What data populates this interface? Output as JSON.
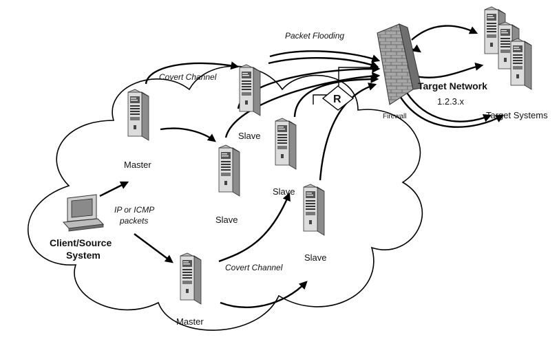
{
  "labels": {
    "packet_flooding": "Packet Flooding",
    "covert_channel_top": "Covert Channel",
    "covert_channel_bottom": "Covert Channel",
    "firewall": "Firewall",
    "target_network": "Target Network",
    "target_ip": "1.2.3.x",
    "target_systems": "Target Systems",
    "router": "R",
    "master_top": "Master",
    "master_bottom": "Master",
    "slave_1": "Slave",
    "slave_2": "Slave",
    "slave_3": "Slave",
    "slave_4": "Slave",
    "packets_line1": "IP or ICMP",
    "packets_line2": "packets",
    "client_line1": "Client/Source",
    "client_line2": "System"
  },
  "icons": {
    "server": "server-tower-icon",
    "client": "desktop-computer-icon",
    "firewall": "brick-firewall-icon",
    "router": "router-diamond-icon"
  },
  "colors": {
    "server_body": "#d9d9d9",
    "server_shade": "#8c8c8c",
    "firewall_brick": "#9a9a9a",
    "line": "#000000"
  }
}
